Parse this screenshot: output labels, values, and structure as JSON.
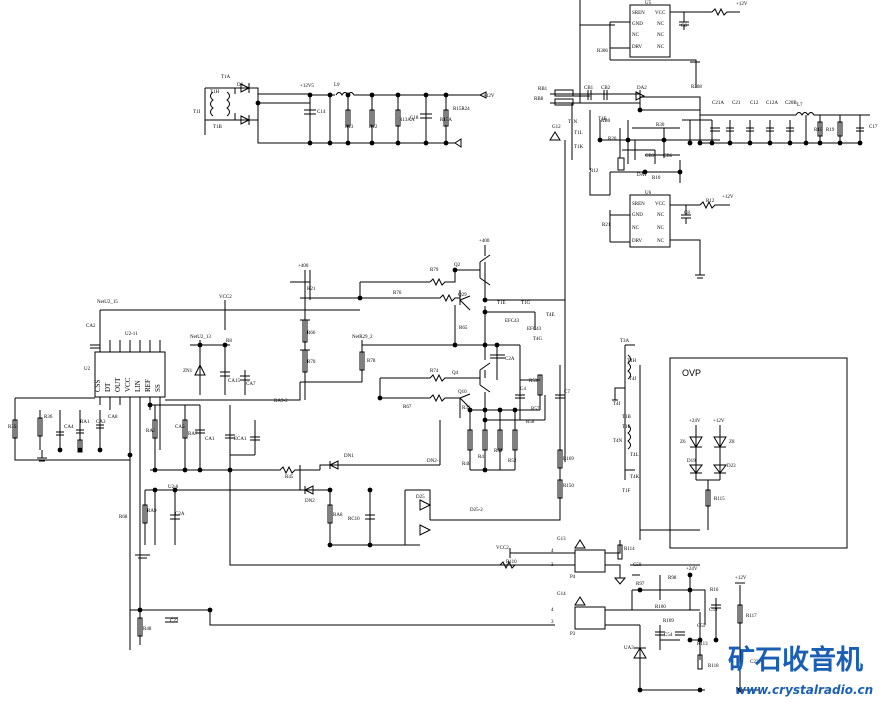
{
  "ovp_label": "OVP",
  "watermark": {
    "cn": "矿石收音机",
    "url": "www.crystalradio.cn"
  },
  "rail_labels": {
    "plus12_top": "+12V",
    "plus12v5": "+12V5",
    "plus12_right": "+12V",
    "plus400_a": "+400",
    "plus400_b": "+400",
    "vcc2_a": "VCC2",
    "vcc2_b": "VCC2",
    "plus24_a": "+24V",
    "plus12_ovp": "+12V",
    "plus24_b": "+24V",
    "plus12_bottom": "+12V"
  },
  "nets": {
    "net2_15": "NetU2_15",
    "net2_13": "NetU2_13",
    "net2_11": "U2-11",
    "net_r29": "NetR29_2",
    "ra9": "RA9-2",
    "dn2": "DN2-1",
    "d25": "D25-2",
    "u2_6": "U2-6"
  },
  "components": [
    "T1A",
    "T1H",
    "T1I",
    "T1B",
    "D6",
    "L9",
    "C14",
    "R13",
    "R12",
    "R14",
    "R13A",
    "C18",
    "R15A",
    "R15R24",
    "RB1",
    "RB8",
    "CB1",
    "CB2",
    "DA2",
    "R28",
    "RB0",
    "R26",
    "CB3",
    "CB6",
    "R30",
    "DA1",
    "R10",
    "R31",
    "R33",
    "R12",
    "C21A",
    "C21",
    "C12",
    "C12A",
    "C20B",
    "L7",
    "R18",
    "R19",
    "C17",
    "U5",
    "SREN",
    "VCC",
    "GND",
    "NC",
    "DRV",
    "R306",
    "C6",
    "R308",
    "U6",
    "C8",
    "R12",
    "Q2",
    "R79",
    "R76",
    "Q29",
    "R65",
    "T1E",
    "T1G",
    "EFC43",
    "T4E",
    "T4G",
    "C2A",
    "R74",
    "Q4",
    "R67",
    "Q10",
    "R31",
    "R48",
    "R4",
    "R51",
    "R52",
    "C4",
    "R53",
    "R57",
    "R58",
    "C7",
    "R169",
    "R150",
    "U2",
    "C2",
    "CA2",
    "CA1",
    "CA3",
    "CA8",
    "CA5",
    "CA4",
    "RA1",
    "R35",
    "R36",
    "C5",
    "RA3",
    "RA5",
    "RA7",
    "ZN1",
    "R8",
    "CA15",
    "ECA1",
    "R45",
    "DN1",
    "R21",
    "R66",
    "R70",
    "R78",
    "C3A",
    "D25",
    "D23",
    "RA8",
    "RC10",
    "R68",
    "R48",
    "C22",
    "P4",
    "P3",
    "R110",
    "R114",
    "C50",
    "R97",
    "R98",
    "R100",
    "R109",
    "C54",
    "R10",
    "C59",
    "R113",
    "C55",
    "UA3",
    "R118",
    "R117",
    "C22",
    "T3A",
    "T4H",
    "T4J",
    "T4I",
    "T1B",
    "T4N",
    "T4L",
    "T4K",
    "T1F",
    "Z6",
    "Z8",
    "D19",
    "D23",
    "R115",
    "G13",
    "G14",
    "G12"
  ]
}
